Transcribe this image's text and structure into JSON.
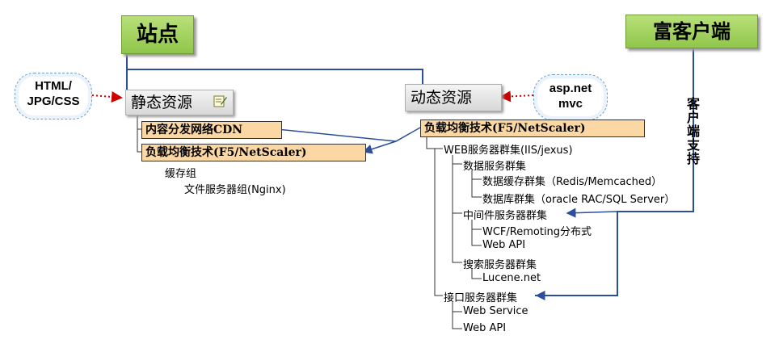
{
  "site": {
    "label": "站点"
  },
  "rich_client": {
    "label": "富客户端"
  },
  "static_res": {
    "label": "静态资源"
  },
  "dynamic_res": {
    "label": "动态资源"
  },
  "cloud_left": {
    "line1": "HTML/",
    "line2": "JPG/CSS"
  },
  "cloud_right": {
    "line1": "asp.net",
    "line2": "mvc"
  },
  "static_items": {
    "cdn": "内容分发网络CDN",
    "lb": "负载均衡技术(F5/NetScaler)",
    "cache": "缓存组",
    "file": "文件服务器组(Nginx)"
  },
  "dynamic_items": {
    "lb": "负载均衡技术(F5/NetScaler)",
    "web_cluster": "WEB服务器群集(IIS/jexus)",
    "data_cluster": "数据服务群集",
    "data_cache": "数据缓存群集（Redis/Memcached）",
    "db_cluster": "数据库群集（oracle RAC/SQL Server）",
    "middleware": "中间件服务器群集",
    "wcf": "WCF/Remoting分布式",
    "webapi_mid": "Web API",
    "search": "搜索服务器群集",
    "lucene": "Lucene.net",
    "interface": "接口服务器群集",
    "web_service": "Web Service",
    "webapi_if": "Web API"
  },
  "client_support": [
    "客",
    "户",
    "端",
    "支",
    "持"
  ],
  "colors": {
    "blue_line": "#2b4f9a",
    "red_dotted": "#cc0000",
    "orange_fill": "#fbd7a4",
    "green_fill": "#8fc64a"
  },
  "icons": {
    "note": "edit-note-icon"
  }
}
